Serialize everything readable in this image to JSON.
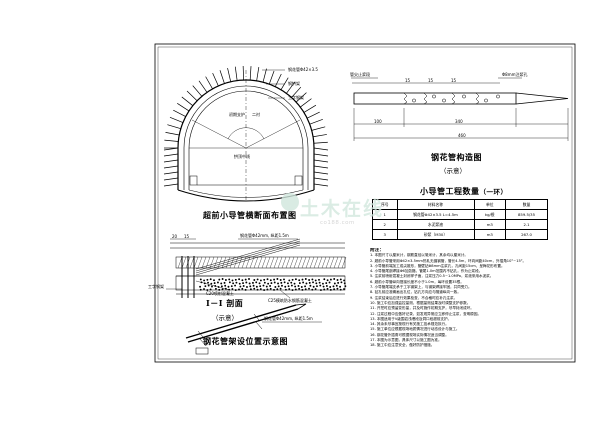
{
  "cross_section": {
    "title": "超前小导管横断面布置图",
    "labels": [
      "钢花管Φ42×3.5",
      "钢拱架",
      "工字钢架",
      "初期支护",
      "二衬",
      "拱顶中线"
    ]
  },
  "pipe_structure": {
    "title": "钢花管构造图",
    "subtitle": "（示意）",
    "labels": [
      "管尖止浆段",
      "Φ8mm注浆孔"
    ],
    "dims": [
      "15",
      "15",
      "15",
      "100",
      "340",
      "460"
    ]
  },
  "quantity_table": {
    "title": "小导管工程数量",
    "title_suffix": "（一环）",
    "header": [
      "序号",
      "材料名称",
      "单位",
      "数量"
    ],
    "rows": [
      [
        "1",
        "钢花管Φ42×3.5 L=4.5m",
        "kg/根",
        "859.5/35"
      ],
      [
        "2",
        "水泥浆液",
        "m3",
        "2.1"
      ],
      [
        "3",
        "砂浆（M30）",
        "m3",
        "267.0"
      ]
    ]
  },
  "section_ii": {
    "title": "I－I 剖面",
    "subtitle": "（示意）",
    "labels": [
      "钢花管Φ42mm, 纵距1.5m",
      "工字钢架",
      "C20喷射混凝土",
      "C25模筑防水钢筋混凝土"
    ],
    "dims": [
      "20",
      "15"
    ]
  },
  "pipe_layout": {
    "title": "钢花管架设位置示意图",
    "labels": [
      "钢花管Φ42mm, 纵距1.5m"
    ]
  },
  "notes": {
    "title": "附注：",
    "lines": [
      "1. 本图尺寸以厘米计，钢筋直径以毫米计，其余均以厘米计。",
      "2. 超前小导管采用Φ42×3.5mm热轧无缝钢管，管长4.5m，环向间距40cm，外插角10°~15°。",
      "3. 小导管前端加工成尖锥形，管壁钻Φ8mm注浆孔，孔间距15cm，呈梅花形布置。",
      "4. 小导管尾部焊接Φ6加劲箍，管尾1.0m范围内不钻孔，作为止浆段。",
      "5. 注浆前喷射混凝土封闭掌子面，注浆压力0.5~1.0MPa，浆液采用水泥浆。",
      "6. 超前小导管纵向搭接长度不小于1.0m，每环设置35根。",
      "7. 小导管尾端支承于工字钢架上，与钢架焊接牢固，共同受力。",
      "8. 钻孔前应准确画出孔位，钻孔方向应与隧道纵向一致。",
      "9. 注浆结束后应进行效果检查，不合格时应补孔注浆。",
      "10. 施工中应加强监控量测，根据量测结果及时调整支护参数。",
      "11. 开挖时应预留变形量，并及时施作初期支护，尽早封闭成环。",
      "12. 注浆过程中应做好记录，如发现异常应立即停止注浆，查明原因。",
      "13. 本图适用于Ⅴ级围岩浅埋段及洞口段超前支护。",
      "14. 其余未尽事宜按现行有关施工技术规范执行。",
      "15. 施工单位应根据现场地质情况进行动态设计与施工。",
      "16. 钢花管外插角可根据现场实际情况适当调整。",
      "17. 本图为示意图，具体尺寸以施工图为准。",
      "18. 施工中应注意安全，做好防护措施。"
    ]
  },
  "watermark": {
    "text": "土木在线",
    "url": "co188.com"
  }
}
